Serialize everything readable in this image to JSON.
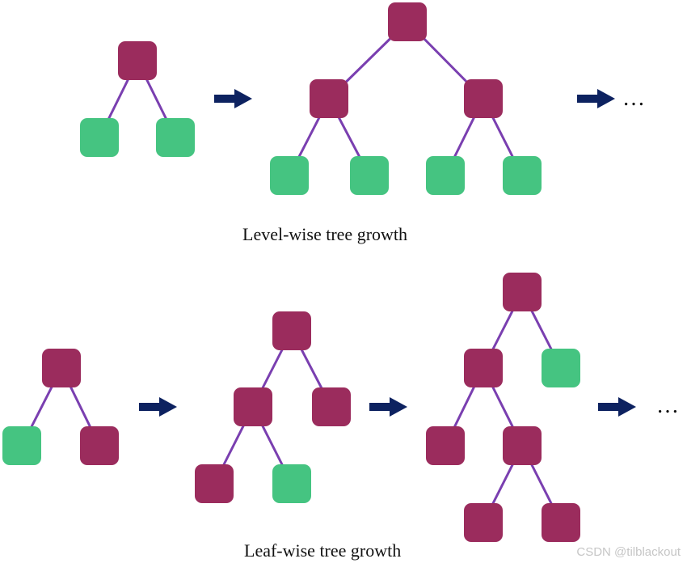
{
  "colors": {
    "split_node": "#9b2c5d",
    "leaf_node": "#45c481",
    "edge": "#7a3fb0",
    "arrow": "#0d2260"
  },
  "diagrams": [
    {
      "id": "level-wise",
      "caption": "Level-wise tree growth",
      "stages": [
        {
          "nodes": [
            {
              "id": "a",
              "kind": "split"
            },
            {
              "id": "b",
              "kind": "leaf"
            },
            {
              "id": "c",
              "kind": "leaf"
            }
          ],
          "edges": [
            [
              "a",
              "b"
            ],
            [
              "a",
              "c"
            ]
          ]
        },
        {
          "nodes": [
            {
              "id": "r",
              "kind": "split"
            },
            {
              "id": "l",
              "kind": "split"
            },
            {
              "id": "m",
              "kind": "split"
            },
            {
              "id": "l1",
              "kind": "leaf"
            },
            {
              "id": "l2",
              "kind": "leaf"
            },
            {
              "id": "m1",
              "kind": "leaf"
            },
            {
              "id": "m2",
              "kind": "leaf"
            }
          ],
          "edges": [
            [
              "r",
              "l"
            ],
            [
              "r",
              "m"
            ],
            [
              "l",
              "l1"
            ],
            [
              "l",
              "l2"
            ],
            [
              "m",
              "m1"
            ],
            [
              "m",
              "m2"
            ]
          ]
        }
      ],
      "continuation": "…"
    },
    {
      "id": "leaf-wise",
      "caption": "Leaf-wise tree growth",
      "stages": [
        {
          "nodes": [
            {
              "id": "a",
              "kind": "split"
            },
            {
              "id": "b",
              "kind": "leaf"
            },
            {
              "id": "c",
              "kind": "split"
            }
          ],
          "edges": [
            [
              "a",
              "b"
            ],
            [
              "a",
              "c"
            ]
          ]
        },
        {
          "nodes": [
            {
              "id": "r",
              "kind": "split"
            },
            {
              "id": "l",
              "kind": "split"
            },
            {
              "id": "m",
              "kind": "split"
            },
            {
              "id": "l1",
              "kind": "split"
            },
            {
              "id": "l2",
              "kind": "leaf"
            }
          ],
          "edges": [
            [
              "r",
              "l"
            ],
            [
              "r",
              "m"
            ],
            [
              "l",
              "l1"
            ],
            [
              "l",
              "l2"
            ]
          ]
        },
        {
          "nodes": [
            {
              "id": "r",
              "kind": "split"
            },
            {
              "id": "l",
              "kind": "split"
            },
            {
              "id": "m",
              "kind": "leaf"
            },
            {
              "id": "l1",
              "kind": "split"
            },
            {
              "id": "l2",
              "kind": "split"
            },
            {
              "id": "l21",
              "kind": "split"
            },
            {
              "id": "l22",
              "kind": "split"
            }
          ],
          "edges": [
            [
              "r",
              "l"
            ],
            [
              "r",
              "m"
            ],
            [
              "l",
              "l1"
            ],
            [
              "l",
              "l2"
            ],
            [
              "l2",
              "l21"
            ],
            [
              "l2",
              "l22"
            ]
          ]
        }
      ],
      "continuation": "…"
    }
  ],
  "watermark": "CSDN @tilblackout"
}
